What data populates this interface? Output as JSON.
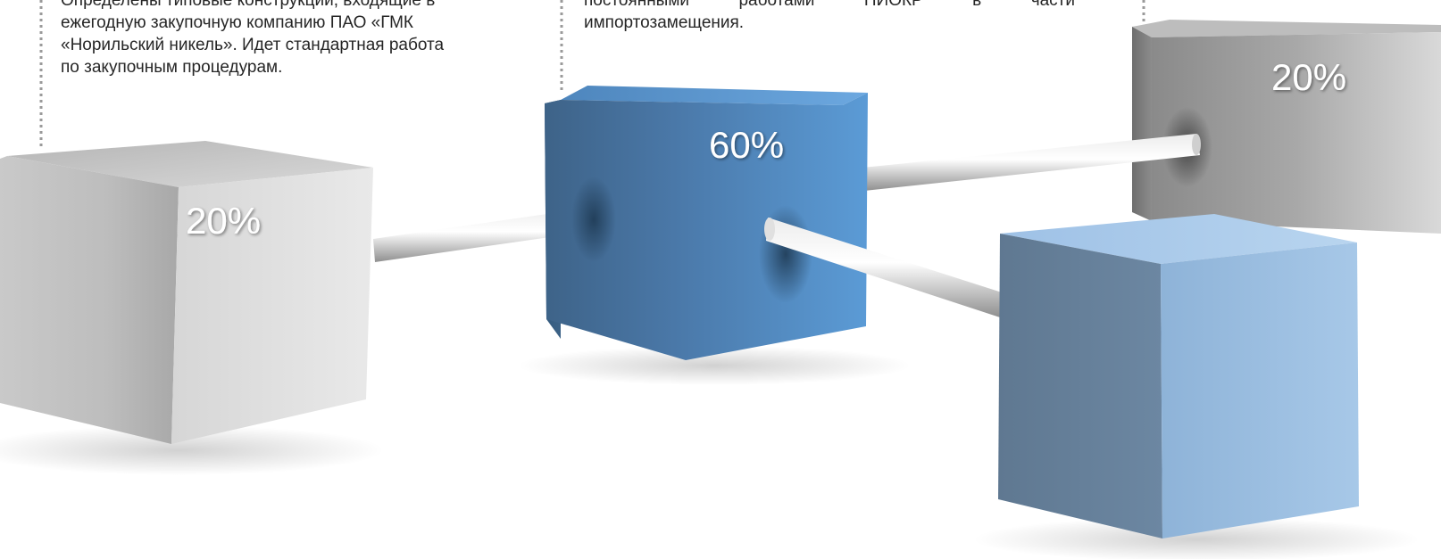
{
  "left_block": {
    "lines": [
      "Определены типовые конструкции, входящие в",
      "ежегодную закупочную компанию ПАО «ГМК",
      "«Норильский никель». Идет стандартная работа",
      "по закупочным процедурам."
    ]
  },
  "middle_block": {
    "lines": [
      "постоянными работами НИОКР в части",
      "импортозамещения."
    ]
  },
  "cubes": [
    {
      "id": "left",
      "label": "20%",
      "color": "gray"
    },
    {
      "id": "center",
      "label": "60%",
      "color": "blue"
    },
    {
      "id": "right",
      "label": "20%",
      "color": "gray"
    },
    {
      "id": "front",
      "label": "",
      "color": "light-blue"
    }
  ],
  "colors": {
    "gray_light": "#d9d9d9",
    "gray_dark": "#8c8c8c",
    "blue_dark": "#3c6184",
    "blue_light": "#5a9ad4",
    "light_blue_front": "#9cbde0",
    "light_blue_side": "#64798f"
  }
}
